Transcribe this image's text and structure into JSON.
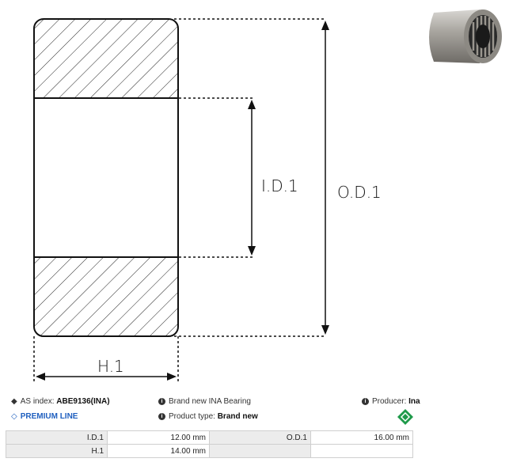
{
  "diagram": {
    "od_label": "O.D.1",
    "id_label": "I.D.1",
    "h_label": "H.1"
  },
  "product": {
    "as_index_prefix": "AS index:",
    "as_index_value": "ABE9136(INA)",
    "premium_line": "PREMIUM LINE",
    "description": "Brand new INA Bearing",
    "product_type_prefix": "Product type:",
    "product_type_value": "Brand new",
    "producer_prefix": "Producer:",
    "producer_value": "Ina",
    "icons": [
      "tag-icon",
      "diamond-icon",
      "info-icon",
      "ina-logo"
    ],
    "colors": {
      "premium": "#1f5fbf",
      "ina_green": "#1f9a4a"
    }
  },
  "specs": {
    "rows": [
      {
        "label1": "I.D.1",
        "value1": "12.00 mm",
        "label2": "O.D.1",
        "value2": "16.00 mm"
      },
      {
        "label1": "H.1",
        "value1": "14.00 mm",
        "label2": "",
        "value2": ""
      }
    ]
  }
}
